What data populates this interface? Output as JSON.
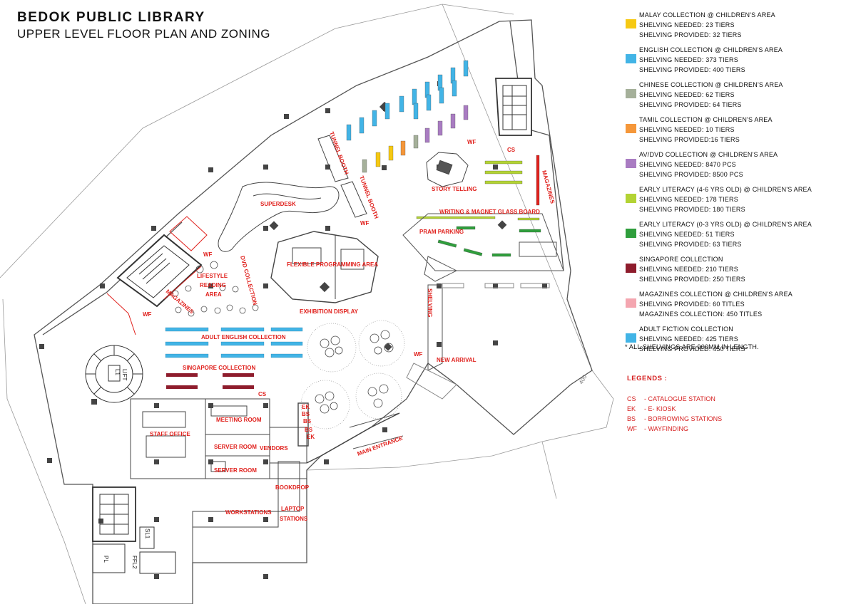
{
  "header": {
    "title": "BEDOK PUBLIC LIBRARY",
    "subtitle": "UPPER LEVEL FLOOR PLAN AND ZONING"
  },
  "legend_items": [
    {
      "color": "#f6c913",
      "lines": [
        "MALAY COLLECTION @ CHILDREN'S AREA",
        "SHELVING NEEDED: 23 TIERS",
        "SHELVING PROVIDED: 32 TIERS"
      ]
    },
    {
      "color": "#42b4e6",
      "lines": [
        "ENGLISH COLLECTION @ CHILDREN'S AREA",
        "SHELVING NEEDED: 373 TIERS",
        "SHELVING PROVIDED: 400 TIERS"
      ]
    },
    {
      "color": "#a5b09a",
      "lines": [
        "CHINESE COLLECTION @ CHILDREN'S AREA",
        "SHELVING NEEDED: 62 TIERS",
        "SHELVING PROVIDED: 64 TIERS"
      ]
    },
    {
      "color": "#f5973a",
      "lines": [
        "TAMIL COLLECTION @ CHILDREN'S AREA",
        "SHELVING NEEDED: 10 TIERS",
        "SHELVING PROVIDED:16 TIERS"
      ]
    },
    {
      "color": "#a97cc2",
      "lines": [
        "AV/DVD COLLECTION @ CHILDREN'S AREA",
        "SHELVING NEEDED: 8470 PCS",
        "SHELVING PROVIDED: 8500 PCS"
      ]
    },
    {
      "color": "#b3d334",
      "lines": [
        "EARLY LITERACY (4-6 YRS OLD) @ CHILDREN'S AREA",
        "SHELVING NEEDED: 178 TIERS",
        "SHELVING PROVIDED: 180 TIERS"
      ]
    },
    {
      "color": "#2f9e3c",
      "lines": [
        "EARLY LITERACY (0-3 YRS OLD) @ CHILDREN'S AREA",
        "SHELVING NEEDED: 51 TIERS",
        "SHELVING PROVIDED: 63 TIERS"
      ]
    },
    {
      "color": "#8e1c2c",
      "lines": [
        "SINGAPORE COLLECTION",
        "SHELVING NEEDED: 210 TIERS",
        "SHELVING PROVIDED: 250 TIERS"
      ]
    },
    {
      "color": "#f4a6b0",
      "lines": [
        "MAGAZINES COLLECTION @ CHILDREN'S AREA",
        "SHELVING PROVIDED: 60 TITLES",
        "MAGAZINES COLLECTION: 450 TITLES"
      ]
    },
    {
      "color": "#42b4e6",
      "lines": [
        "ADULT FICTION COLLECTION",
        "SHELVING NEEDED: 425 TIERS",
        "SHELVING PROVIDED: 450 TIERS"
      ]
    }
  ],
  "note": "* ALL SHELVINGS ARE 900MM IN LENGTH.",
  "abbreviations": {
    "title": "LEGENDS :",
    "items": [
      {
        "code": "CS",
        "desc": "- CATALOGUE STATION"
      },
      {
        "code": "EK",
        "desc": "- E- KIOSK"
      },
      {
        "code": "BS",
        "desc": "- BORROWING STATIONS"
      },
      {
        "code": "WF",
        "desc": "- WAYFINDING"
      }
    ]
  },
  "plan_labels": {
    "superdesk": "SUPERDESK",
    "tunnel_booth_1": "TUNNEL BOOTH",
    "tunnel_booth_2": "TUNNEL BOOTH",
    "story_telling": "STORY TELLING",
    "writing_board": "WRITING & MAGNET GLASS BOARD",
    "pram_parking": "PRAM PARKING",
    "magazines_right": "MAGAZINES",
    "cs_top": "CS",
    "wf_1": "WF",
    "wf_2": "WF",
    "wf_3": "WF",
    "wf_4": "WF",
    "wf_5": "WF",
    "dvd_collection": "DVD COLLECTION",
    "flexible_programming": "FLEXIBLE PROGRAMMING AREA",
    "lifestyle_1": "LIFESTYLE",
    "lifestyle_2": "READING",
    "lifestyle_3": "AREA",
    "magazines_left": "MAGAZINES",
    "exhibition_display": "EXHIBITION DISPLAY",
    "adult_english": "ADULT ENGLISH COLLECTION",
    "singapore_collection": "SINGAPORE COLLECTION",
    "new_arrival": "NEW ARRIVAL",
    "cs_mid": "CS",
    "meeting_room": "MEETING ROOM",
    "staff_office": "STAFF OFFICE",
    "server_room_1": "SERVER ROOM",
    "server_room_2": "SERVER ROOM",
    "vendors": "VENDORS",
    "main_entrance": "MAIN ENTRANCE",
    "bookdrop": "BOOKDROP",
    "workstations": "WORKSTATIONS",
    "laptop_1": "LAPTOP",
    "laptop_2": "STATIONS",
    "ek": "EK",
    "bs_1": "BS",
    "bs_2": "BS",
    "bs_3": "BS",
    "ek_2": "EK",
    "rfid": "SHELVING",
    "lift": "LIFT",
    "lift_no": "L1",
    "stair_1": "SL1",
    "stair_2": "FFL2",
    "stair_3": "PL",
    "grid_mark": "400"
  }
}
